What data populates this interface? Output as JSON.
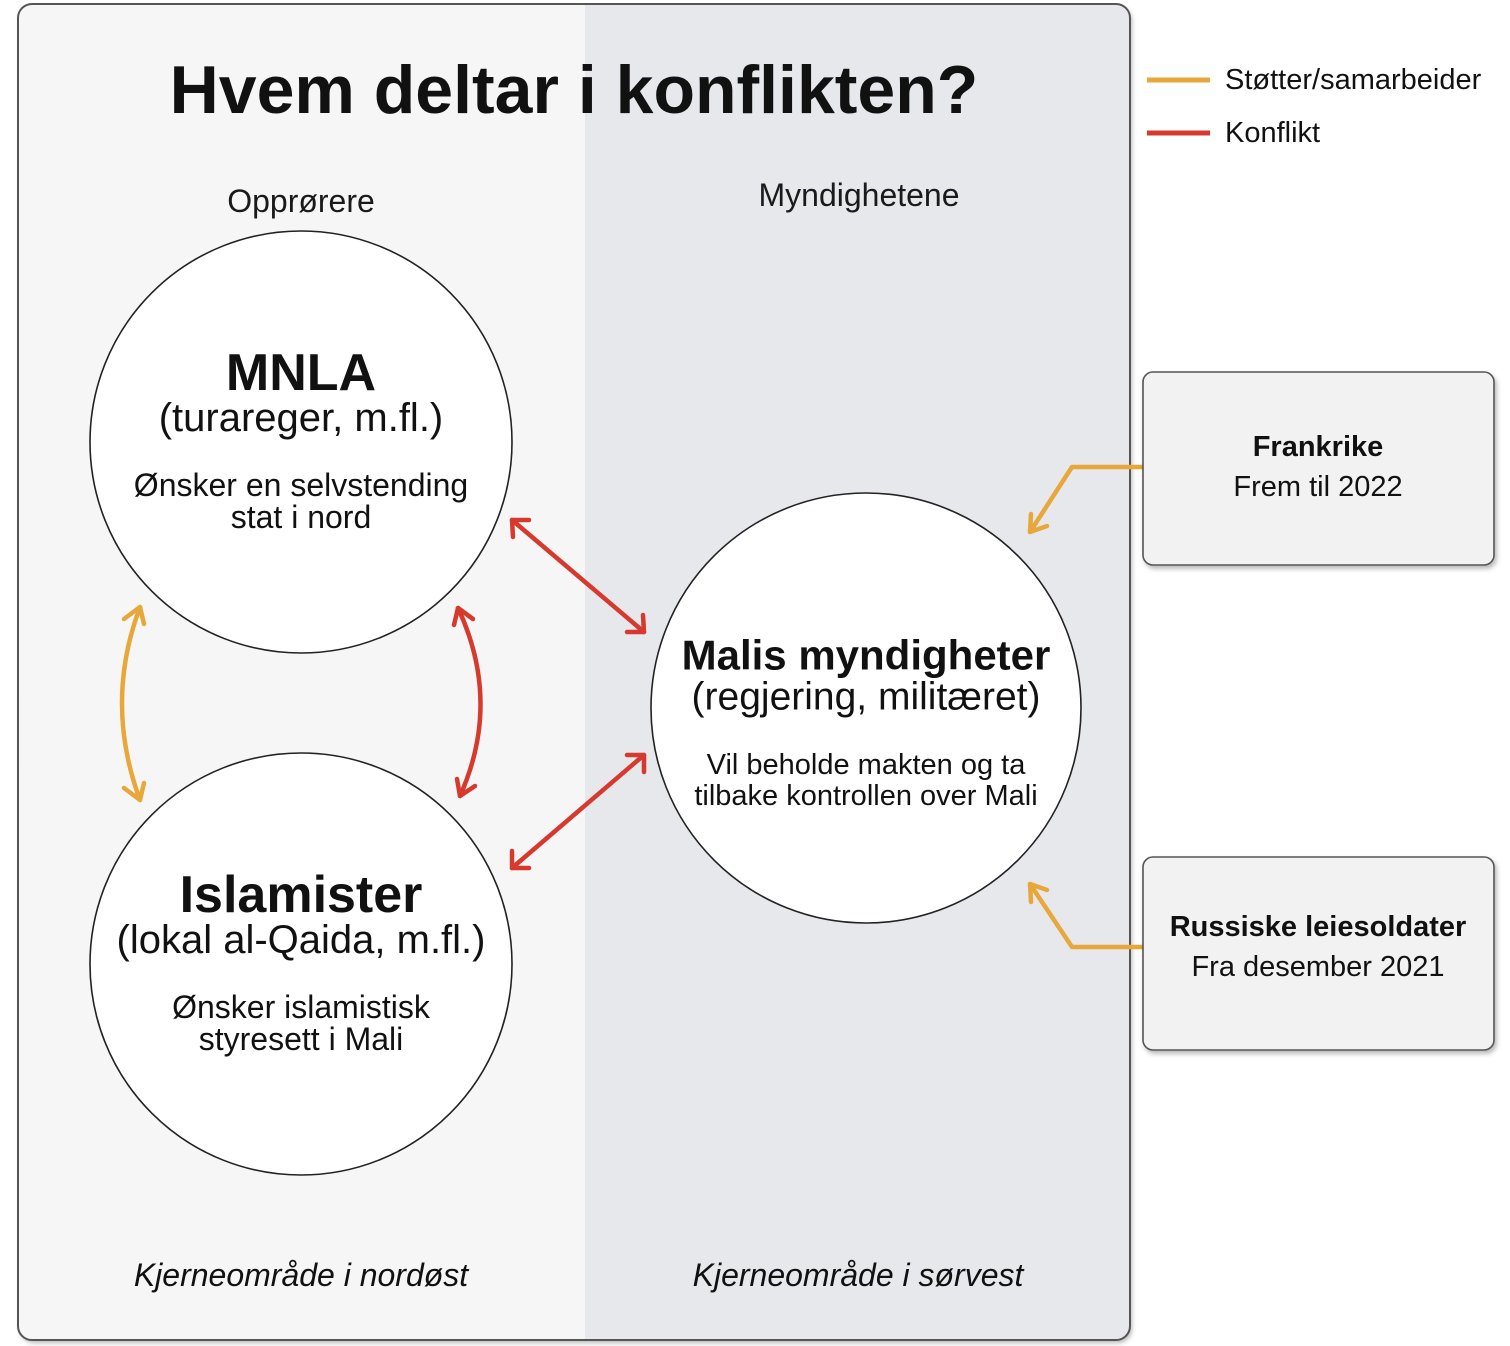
{
  "title": "Hvem deltar i konflikten?",
  "legend": [
    {
      "label": "Støtter/samarbeider",
      "color": "#e8a73a"
    },
    {
      "label": "Konflikt",
      "color": "#d63a2e"
    }
  ],
  "panel_colors": {
    "left": "#f6f6f6",
    "right": "#e7e8eb"
  },
  "sides": {
    "left": {
      "heading": "Opprørere",
      "footer": "Kjerneområde i nordøst"
    },
    "right": {
      "heading": "Myndighetene",
      "footer": "Kjerneområde i sørvest"
    }
  },
  "actors": {
    "mnla": {
      "name": "MNLA",
      "members": "(turareger, m.fl.)",
      "goal_lines": [
        "Ønsker en selvstending",
        "stat i nord"
      ]
    },
    "islamister": {
      "name": "Islamister",
      "members": "(lokal al-Qaida, m.fl.)",
      "goal_lines": [
        "Ønsker islamistisk",
        "styresett i Mali"
      ]
    },
    "mali": {
      "name": "Malis myndigheter",
      "members": "(regjering, militæret)",
      "goal_lines": [
        "Vil beholde makten og ta",
        "tilbake kontrollen over Mali"
      ]
    }
  },
  "supporters": {
    "frankrike": {
      "name": "Frankrike",
      "period": "Frem til 2022"
    },
    "russiske": {
      "name": "Russiske leiesoldater",
      "period": "Fra desember 2021"
    }
  }
}
